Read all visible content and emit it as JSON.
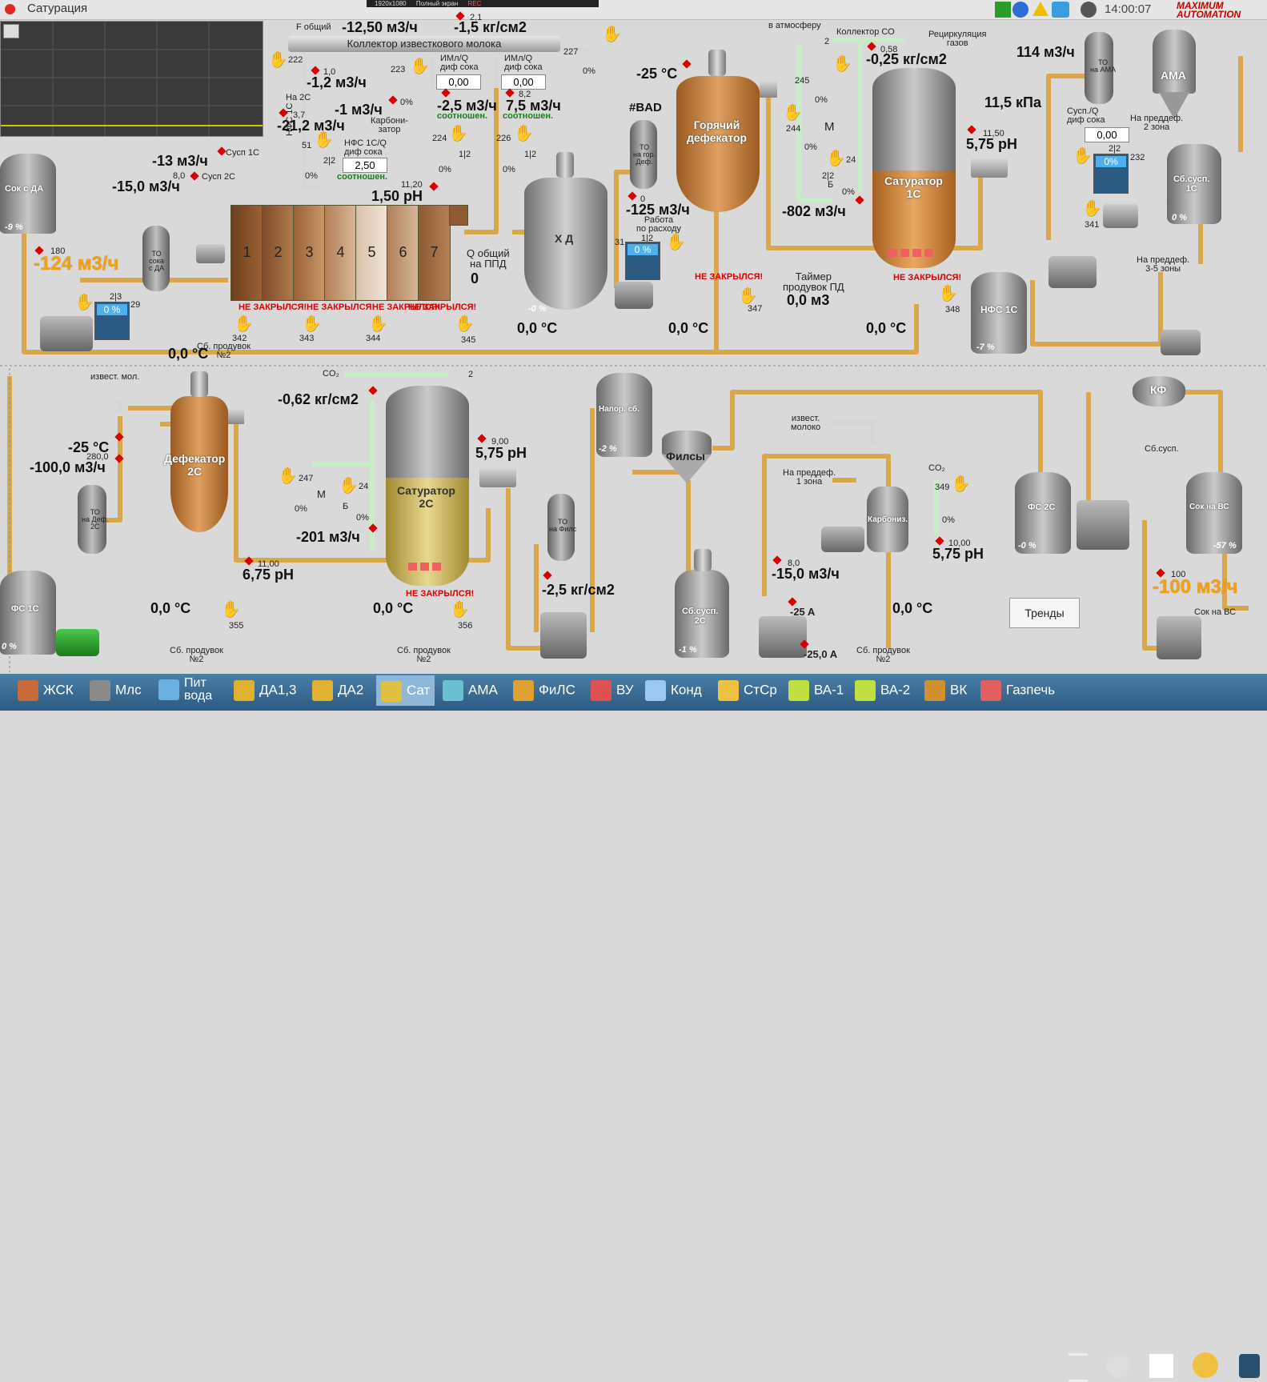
{
  "window": {
    "title": "Сатурация",
    "topbar_items": [
      "1920x1080",
      "Полный экран",
      "REC"
    ],
    "clock": "14:00:07",
    "brand": "MAXIMUM AUTOMATION"
  },
  "colors": {
    "pipe": "#d9a84a",
    "tank_gray": "#8a8a8a",
    "tank_brown": "#c8874a",
    "alarm": "#e00000",
    "ok_green": "#1a7f1a",
    "background": "#d9d9d9",
    "taskbar": "#3b6d94"
  },
  "top": {
    "f_total_label": "F общий",
    "f_total_value": "-12,50 м3/ч",
    "pressure_21": "2,1",
    "pressure_value": "-1,5 кг/см2",
    "collector_label": "Коллектор известкового молока",
    "valve_227": "227",
    "valve_227_pct": "0%",
    "ima_q1": "ИМл/Q\nдиф сока",
    "ima_q1_value": "0,00",
    "ima_q2": "ИМл/Q\nдиф сока",
    "ima_q2_value": "0,00",
    "flow_222": "222",
    "flow_10": "1,0",
    "flow_neg12": "-1,2 м3/ч",
    "to_2c": "На 2С",
    "valve_223": "223",
    "valve_223_pct": "0%",
    "flow_neg1": "-1 м3/ч",
    "carbonizer": "Карбони-\nзатор",
    "flow_37": "3,7",
    "flow_neg212": "-21,2 м3/ч",
    "flow_82": "8,2",
    "flow_neg25": "-2,5 м3/ч",
    "flow_75": "7,5 м3/ч",
    "ratio1": "соотношен.",
    "ratio2": "соотношен.",
    "valve_224": "224",
    "valve_224_pct": "0%",
    "valve_224_ratio": "1|2",
    "valve_226": "226",
    "valve_226_pct": "0%",
    "valve_226_ratio": "1|2",
    "nfs": "НФС 1С",
    "valve_51": "51",
    "valve_51_ratio": "2|2",
    "valve_51_pct": "0%",
    "nfs_q": "НФС 1С/Q\nдиф сока",
    "nfs_q_value": "2,50",
    "nfs_ratio": "соотношен.",
    "ph_1120": "11,20",
    "ph_150": "1,50 рН",
    "susp1c": "Сусп 1С",
    "flow_neg13": "-13 м3/ч",
    "susp2c_val": "8,0",
    "susp2c": "Сусп 2С",
    "flow_neg15": "-15,0 м3/ч",
    "sok_da": "Сок с ДА",
    "sok_da_pct": "-9 %",
    "flow_180": "180",
    "flow_neg124": "-124 м3/ч",
    "to_sok_da": "ТО\nсока\nс ДА",
    "pump_23": "2|3",
    "pump_23_pct": "0 %",
    "pump_29": "29",
    "sections": [
      "1",
      "2",
      "3",
      "4",
      "5",
      "6",
      "7"
    ],
    "q_total_label": "Q общий\nна ППД",
    "q_total_value": "0",
    "hd_label": "Х Д",
    "hd_pct": "-0 %",
    "hd_temp": "0,0 °C",
    "not_closed": "НЕ ЗАКРЫЛСЯ!",
    "valves_bottom": [
      "342",
      "343",
      "344",
      "345"
    ],
    "sb_produvok": "Сб. продувок\n№2",
    "temp_left": "0,0 °C",
    "bad": "#BAD",
    "to_gor_def": "ТО\nна гор.\nДеф.",
    "flow_0": "0",
    "flow_neg125": "-125 м3/ч",
    "work_by_flow": "Работа\nпо расходу",
    "pump_12": "1|2",
    "pump_12_pct": "0 %",
    "v31": "31",
    "hot_def_temp": "-25 °C",
    "hot_def_label": "Горячий\nдефекатор",
    "hot_def_alarm": "НЕ ЗАКРЫЛСЯ!",
    "valve_347": "347",
    "hot_def_bottom_temp": "0,0 °C",
    "timer_label": "Таймер\nпродувок ПД",
    "timer_value": "0,0 м3",
    "atm": "в атмосферу",
    "co_collector": "Коллектор СО",
    "recirc": "Рециркуляция\nгазов",
    "co_2": "2",
    "p_058": "0,58",
    "p_neg025": "-0,25 кг/см2",
    "valve_245": "245",
    "valve_245_pct": "0%",
    "valve_244": "244",
    "valve_244_pct": "0%",
    "m_label": "М",
    "valve_24": "24",
    "valve_24_ratio": "2|2",
    "b_label": "Б",
    "valve_24_pct": "0%",
    "flow_neg802": "-802 м3/ч",
    "sat1c_label": "Сатуратор\n1С",
    "sat1c_alarm": "НЕ ЗАКРЫЛСЯ!",
    "valve_348": "348",
    "sat1c_temp": "0,0 °C",
    "ph_1150": "11,50",
    "ph_575": "5,75 рН",
    "kpa": "11,5 кПа",
    "flow_114": "114 м3/ч",
    "to_ama": "ТО\nна АМА",
    "ama": "АМА",
    "susp_q": "Сусп./Q\nдиф сока",
    "susp_q_value": "0,00",
    "pred_def2": "На преддеф.\n2 зона",
    "pump22": "2|2",
    "pump22_pct": "0%",
    "v232": "232",
    "sb_susp1c": "Сб.сусп.\n1С",
    "sb_susp1c_pct": "0 %",
    "v341": "341",
    "pred_def35": "На преддеф.\n3-5 зоны",
    "nfs1c_tank": "НФС 1С",
    "nfs1c_pct": "-7 %"
  },
  "bottom": {
    "izv_mol": "извест. мол.",
    "co2_top": "CO₂",
    "co2_2": "2",
    "def2c_temp": "-25 °C",
    "def2c_val": "280,0",
    "def2c_flow": "-100,0 м3/ч",
    "def2c_label": "Дефекатор\n2С",
    "to_def2c": "ТО\nна Деф.\n2С",
    "fs1c": "ФС 1С",
    "fs1c_pct": "0 %",
    "p_neg062": "-0,62 кг/см2",
    "valve_247": "247",
    "valve_247_pct": "0%",
    "m": "М",
    "valve_248": "24",
    "b": "Б",
    "valve_248_pct": "0%",
    "flow_neg201": "-201 м3/ч",
    "sat2c_label": "Сатуратор\n2С",
    "sat2c_alarm": "НЕ ЗАКРЫЛСЯ!",
    "valve_356": "356",
    "sat2c_temp": "0,0 °C",
    "ph_900": "9,00",
    "ph_575": "5,75 рН",
    "ph_1100": "11,00",
    "ph_675": "6,75 рН",
    "temp_00": "0,0 °C",
    "valve_355": "355",
    "sb_prod1": "Сб. продувок\n№2",
    "sb_prod2": "Сб. продувок\n№2",
    "napor": "Напор. сб.",
    "napor_pct": "-2 %",
    "filsy": "Филсы",
    "to_fils": "ТО\nна Филс",
    "p_neg25": "-2,5 кг/см2",
    "sb_susp2c": "Сб.сусп.\n2С",
    "sb_susp2c_pct": "-1 %",
    "izv_moloko": "извест.\nмолоко",
    "pred_def1": "На преддеф.\n1 зона",
    "carboniz": "Карбониз.",
    "co2_right": "CO₂",
    "valve_349": "349",
    "valve_349_pct": "0%",
    "flow_80": "8,0",
    "flow_neg150": "-15,0 м3/ч",
    "amp_neg25": "-25 A",
    "amp_neg250": "-25,0 A",
    "ph_1000": "10,00",
    "ph_575b": "5,75 рН",
    "temp_00b": "0,0 °C",
    "sb_prod3": "Сб. продувок\n№2",
    "kf": "КФ",
    "sb_susp": "Сб.сусп.",
    "fs2c": "ФС 2С",
    "fs2c_pct": "-0 %",
    "sok_vs": "Сок на ВС",
    "sok_vs_pct": "-57 %",
    "flow_100": "100",
    "flow_neg100": "-100 м3/ч",
    "sok_vs_label": "Сок на ВС",
    "trends_button": "Тренды"
  },
  "taskbar": [
    "ЖСК",
    "Млс",
    "Пит\nвода",
    "ДА1,3",
    "ДА2",
    "Сат",
    "АМА",
    "ФиЛС",
    "ВУ",
    "Конд",
    "СтСр",
    "ВА-1",
    "ВА-2",
    "ВК",
    "Газпечь"
  ]
}
